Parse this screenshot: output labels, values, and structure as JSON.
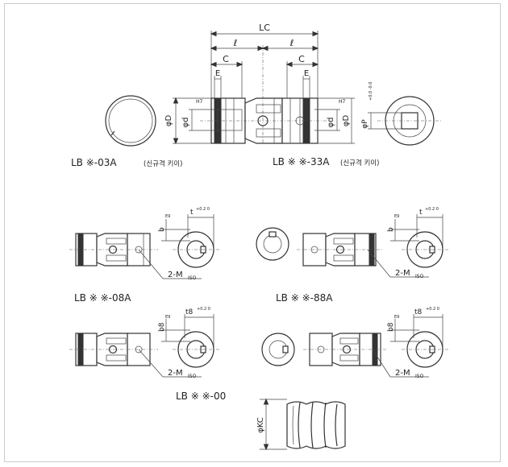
{
  "labels": {
    "lb03a": "LB ※-03A",
    "lb03a_note": "(신규격 키이)",
    "lb33a": "LB ※ ※-33A",
    "lb33a_note": "(신규격 키이)",
    "lb08a": "LB ※ ※-08A",
    "lb88a": "LB ※ ※-88A",
    "lb00": "LB ※ ※-00"
  },
  "dimensions": {
    "LC": "LC",
    "l": "ℓ",
    "C": "C",
    "E": "E",
    "D": "φD",
    "d": "φd",
    "d_tol": "H7",
    "P": "φP",
    "P_tol": "+0.0 -0.0",
    "b": "b",
    "b_tol": "E9",
    "t": "t",
    "t_tol": "+0.2 0",
    "b8": "b8",
    "t8": "t8",
    "thread": "2-M",
    "thread_sub": "ISO",
    "KC": "φKC"
  }
}
